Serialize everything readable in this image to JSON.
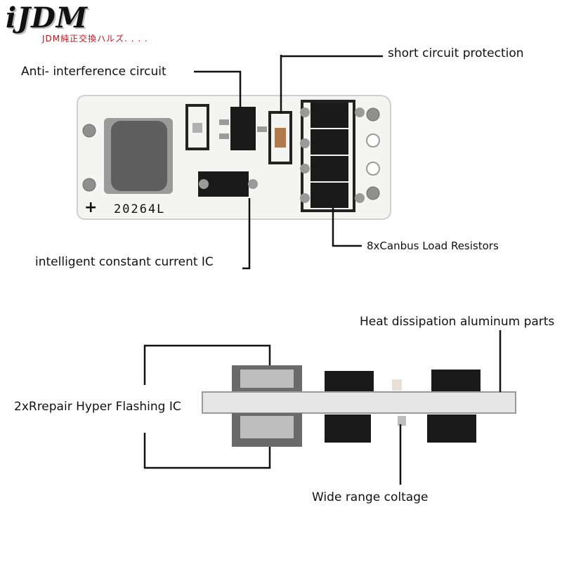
{
  "brand": {
    "name": "iJDM",
    "tagline": "JDM純正交換ハルズ. . . ."
  },
  "top_board": {
    "silkscreen_code": "20264L",
    "polarity_mark": "+",
    "labels": {
      "anti_interference": "Anti- interference circuit",
      "short_circuit": "short circuit protection",
      "constant_current": "intelligent constant current IC",
      "load_resistors": "8xCanbus Load Resistors"
    }
  },
  "side_board": {
    "labels": {
      "heat_dissipation": "Heat dissipation aluminum parts",
      "hyper_flashing": "2xRrepair Hyper Flashing IC",
      "wide_range": "Wide range coltage"
    }
  },
  "colors": {
    "board_white": "#f4f4f2",
    "board_gray": "#8a8a8a",
    "component_black": "#1a1a1a",
    "inductor_gray": "#5e5e5e",
    "brand_red": "#c0141c"
  }
}
